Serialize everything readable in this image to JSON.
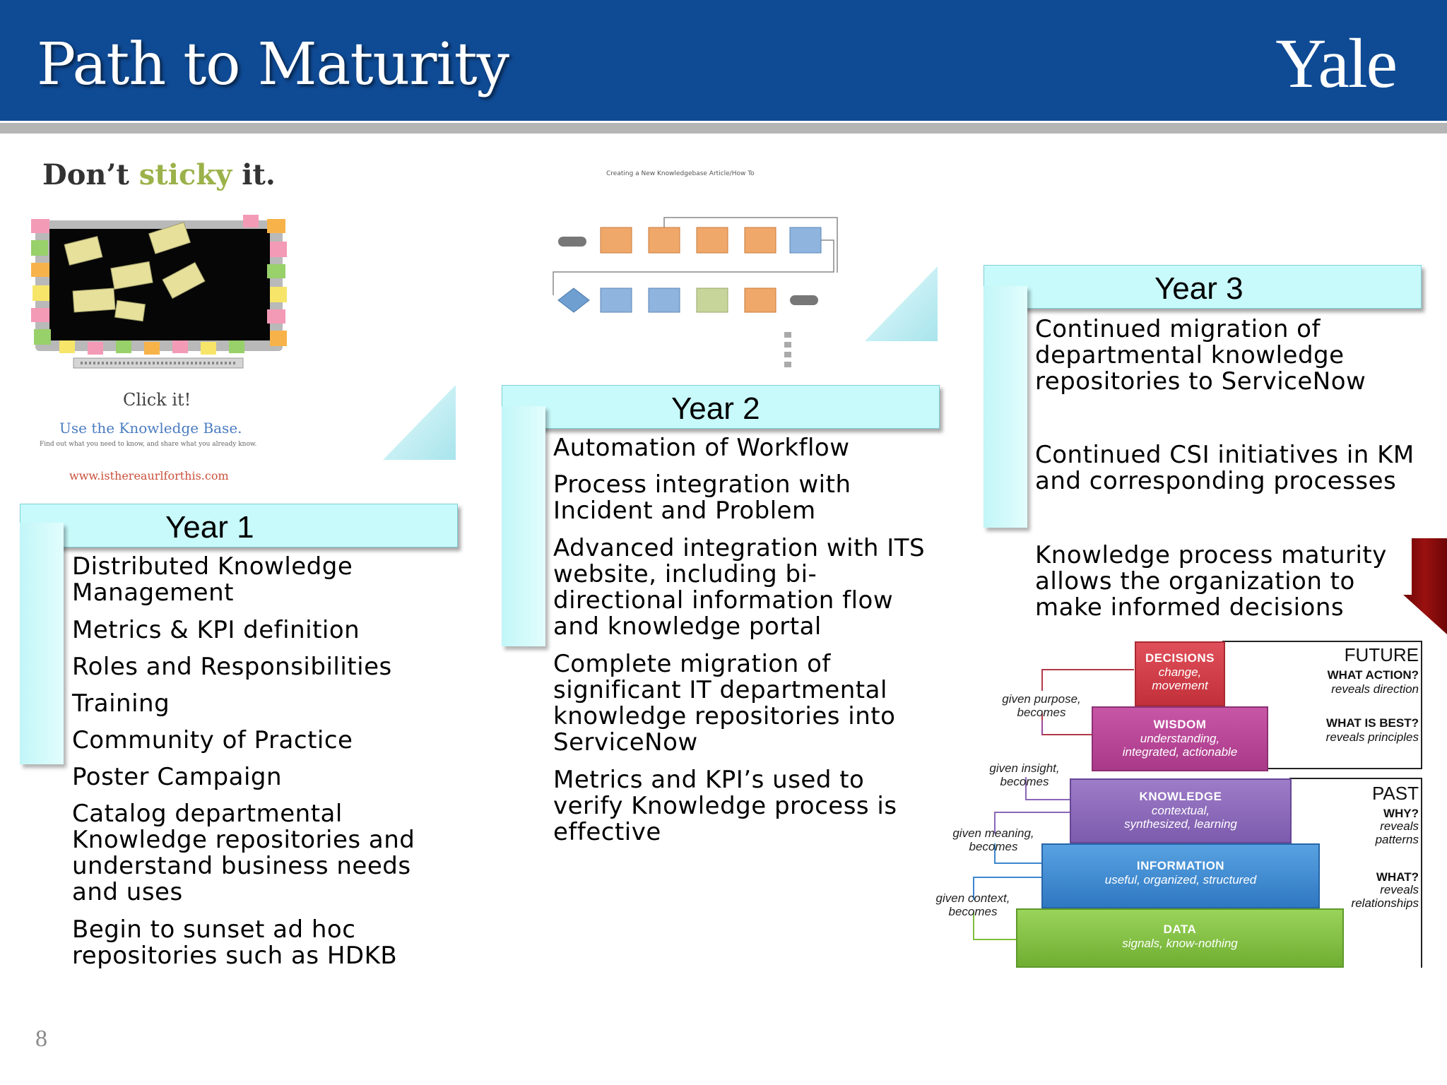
{
  "header": {
    "title": "Path to Maturity",
    "logo": "Yale"
  },
  "page_number": "8",
  "poster": {
    "title_pre": "Don’t ",
    "title_sticky": "sticky",
    "title_post": " it.",
    "click": "Click it!",
    "use": "Use the Knowledge Base.",
    "tagline": "Find out what you need to know, and share what you already know.",
    "url": "www.isthereaurlforthis.com"
  },
  "flowchart": {
    "caption": "Creating a New Knowledgebase Article/How To"
  },
  "year1": {
    "label": "Year 1",
    "items": [
      "Distributed Knowledge Management",
      "Metrics & KPI definition",
      "Roles and Responsibilities",
      "Training",
      "Community of Practice",
      "Poster Campaign",
      "Catalog departmental Knowledge repositories and understand business needs and uses",
      "Begin to sunset ad hoc repositories such as HDKB"
    ]
  },
  "year2": {
    "label": "Year 2",
    "items": [
      "Automation of Workflow",
      "Process integration with Incident and Problem",
      "Advanced integration with ITS website, including bi-directional information flow and knowledge portal",
      "Complete migration of significant IT departmental knowledge repositories into ServiceNow",
      "Metrics and KPI’s used to verify Knowledge process is effective"
    ]
  },
  "year3": {
    "label": "Year 3",
    "items": [
      "Continued migration of departmental knowledge repositories to ServiceNow",
      "Continued CSI initiatives in KM and corresponding processes",
      "Knowledge process maturity allows the organization to make informed decisions"
    ]
  },
  "pyramid": {
    "levels": [
      {
        "name": "DECISIONS",
        "desc": "change, movement",
        "color": "#d23a44"
      },
      {
        "name": "WISDOM",
        "desc": "understanding, integrated, actionable",
        "color": "#b73e97"
      },
      {
        "name": "KNOWLEDGE",
        "desc": "contextual, synthesized, learning",
        "color": "#8a66b8"
      },
      {
        "name": "INFORMATION",
        "desc": "useful, organized, structured",
        "color": "#3c86cf"
      },
      {
        "name": "DATA",
        "desc": "signals, know-nothing",
        "color": "#7fbf3c"
      }
    ],
    "transitions": [
      "given purpose, becomes",
      "given insight, becomes",
      "given meaning, becomes",
      "given context, becomes"
    ],
    "future": {
      "label": "FUTURE",
      "q1": "WHAT ACTION?",
      "a1": "reveals direction",
      "q2": "WHAT IS BEST?",
      "a2": "reveals principles"
    },
    "past": {
      "label": "PAST",
      "q1": "WHY?",
      "a1": "reveals patterns",
      "q2": "WHAT?",
      "a2": "reveals relationships"
    }
  },
  "colors": {
    "header": "#0f4a94",
    "step": "#c8fafb",
    "arrow": "#8b0a0a"
  }
}
